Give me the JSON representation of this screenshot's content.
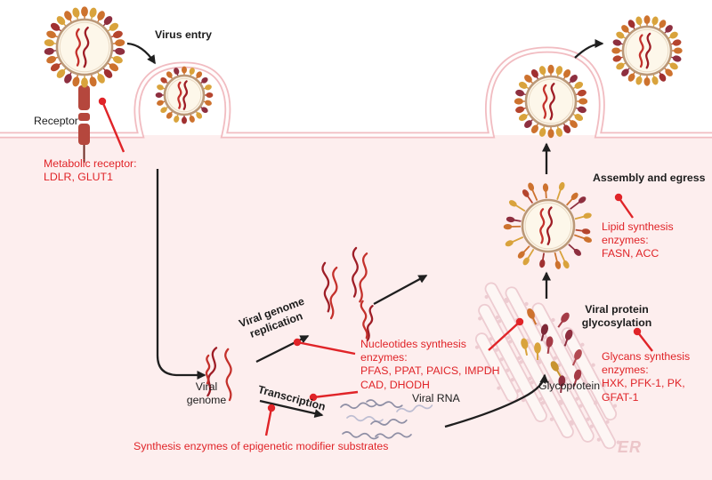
{
  "figure": "Viral infection cycle and host metabolic enzymes diagram",
  "colors": {
    "accent_red": "#e02428",
    "membrane_pink": "#f1bcc1",
    "cytoplasm_pink": "#fdeeee",
    "black_ink": "#1f1f1f",
    "er_pink": "#edccd1",
    "er_fill": "#fdf6f4",
    "rna_dark_red": "#9e1d26",
    "rna_bright_red": "#c4312c",
    "spike_orange": "#cd722e",
    "spike_gold": "#d9a33c",
    "spike_maroon": "#8e2f3f",
    "spike_rust": "#b5452e",
    "capsid_tan": "#bb9878",
    "capsid_fill": "#fdf7ea",
    "receptor_red": "#b5473d",
    "mrna_gray": "#8f8fa5",
    "mrna_gray_light": "#bdbdd2"
  },
  "labels": {
    "virus_entry": "Virus entry",
    "receptor": "Receptor",
    "metabolic_receptor": "Metabolic receptor:\nLDLR, GLUT1",
    "viral_genome": "Viral\ngenome",
    "viral_genome_replication": "Viral genome\nreplication",
    "transcription": "Transcription",
    "nucleotides_enzymes": "Nucleotides synthesis\nenzymes:\nPFAS, PPAT, PAICS, IMPDH\nCAD, DHODH",
    "viral_rna": "Viral RNA",
    "epigenetic_enzymes": "Synthesis enzymes of epigenetic modifier substrates",
    "glycoprotein": "Glycoprotein",
    "glycans_enzymes": "Glycans synthesis\nenzymes:\nHXK, PFK-1, PK,\nGFAT-1",
    "viral_protein_glycosylation": "Viral protein\nglycosylation",
    "lipid_enzymes": "Lipid synthesis\nenzymes:\nFASN, ACC",
    "assembly_egress": "Assembly and egress",
    "er": "ER"
  }
}
